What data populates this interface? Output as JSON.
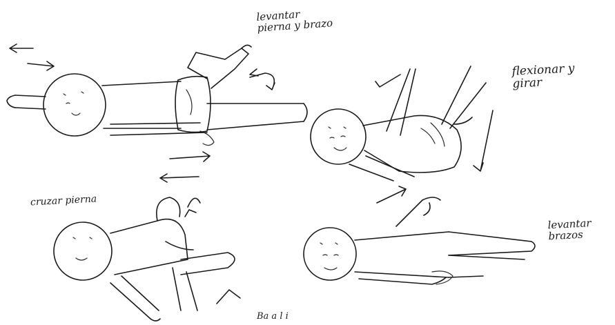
{
  "labels": {
    "top_right_leg_arm": "levantar pierna y brazo",
    "flex_turn": "flexionar y girar",
    "cross_leg": "cruzar pierna",
    "raise_arms": "levantar brazos",
    "bottom_partial": "Ba  a  l  i"
  },
  "colors": {
    "ink": "#1a1a1a",
    "paper": "#ffffff"
  }
}
